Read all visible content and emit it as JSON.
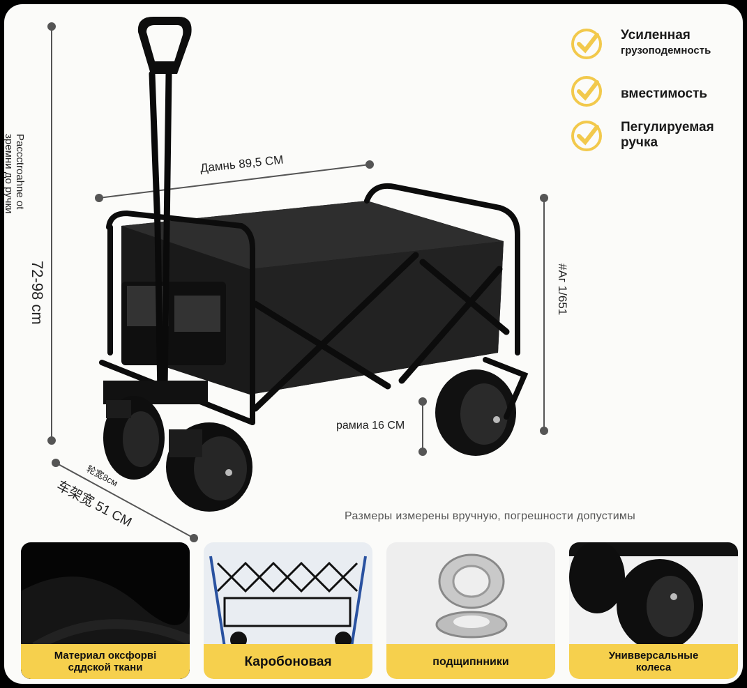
{
  "features": [
    {
      "line1": "Усиленная",
      "line2": "грузоподемность"
    },
    {
      "line1": "вместимость",
      "line2": ""
    },
    {
      "line1": "Пегулируемая",
      "line2": "ручка"
    }
  ],
  "dimensions": {
    "length": "Дамнь 89,5 CM",
    "height_label_line1": "Paccctroahne ot",
    "height_label_line2": "зремни до ручки",
    "height_value": "72-98 cm",
    "right_height": "#Aг 1/651",
    "frame_depth": "рамиа 16 CM",
    "wheel_width": "轮宽8cм",
    "frame_width": "车架宽 51 CM"
  },
  "note": "Размеры измерены вручную, погрешности допустимы",
  "thumbnails": [
    {
      "line1": "Материал оксфорвi",
      "line2": "сддской ткани"
    },
    {
      "line1": "Каробоновая",
      "line2": ""
    },
    {
      "line1": "подщипнники",
      "line2": ""
    },
    {
      "line1": "Унивверсальные",
      "line2": "колеса"
    }
  ],
  "colors": {
    "accent": "#f6d04d",
    "check": "#f2c94c",
    "cart": "#151515"
  }
}
